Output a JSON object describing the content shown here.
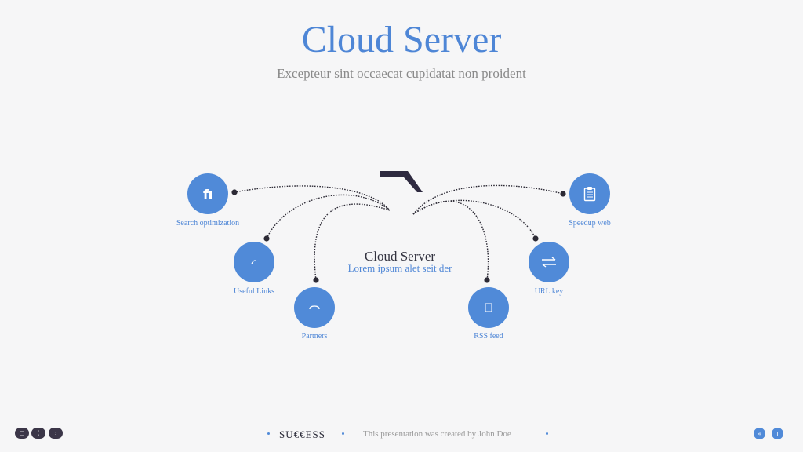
{
  "header": {
    "title": "Cloud Server",
    "subtitle": "Excepteur sint occaecat cupidatat non proident"
  },
  "center": {
    "title": "Cloud Server",
    "subtitle": "Lorem ipsum alet seit der"
  },
  "nodes": [
    {
      "label": "Search optimization",
      "icon": "search-optimization-icon"
    },
    {
      "label": "Useful Links",
      "icon": "link-icon"
    },
    {
      "label": "Partners",
      "icon": "partners-icon"
    },
    {
      "label": "RSS feed",
      "icon": "rss-icon"
    },
    {
      "label": "URL key",
      "icon": "exchange-arrows-icon"
    },
    {
      "label": "Speedup web",
      "icon": "clipboard-icon"
    }
  ],
  "footer": {
    "brand": "SU€€ESS",
    "note": "This presentation was created by John Doe",
    "left_controls": [
      "□",
      "(",
      ":"
    ],
    "right_controls": [
      "«",
      "T"
    ]
  },
  "colors": {
    "accent": "#508ad8",
    "dark": "#3b3648",
    "background": "#f6f6f7"
  }
}
